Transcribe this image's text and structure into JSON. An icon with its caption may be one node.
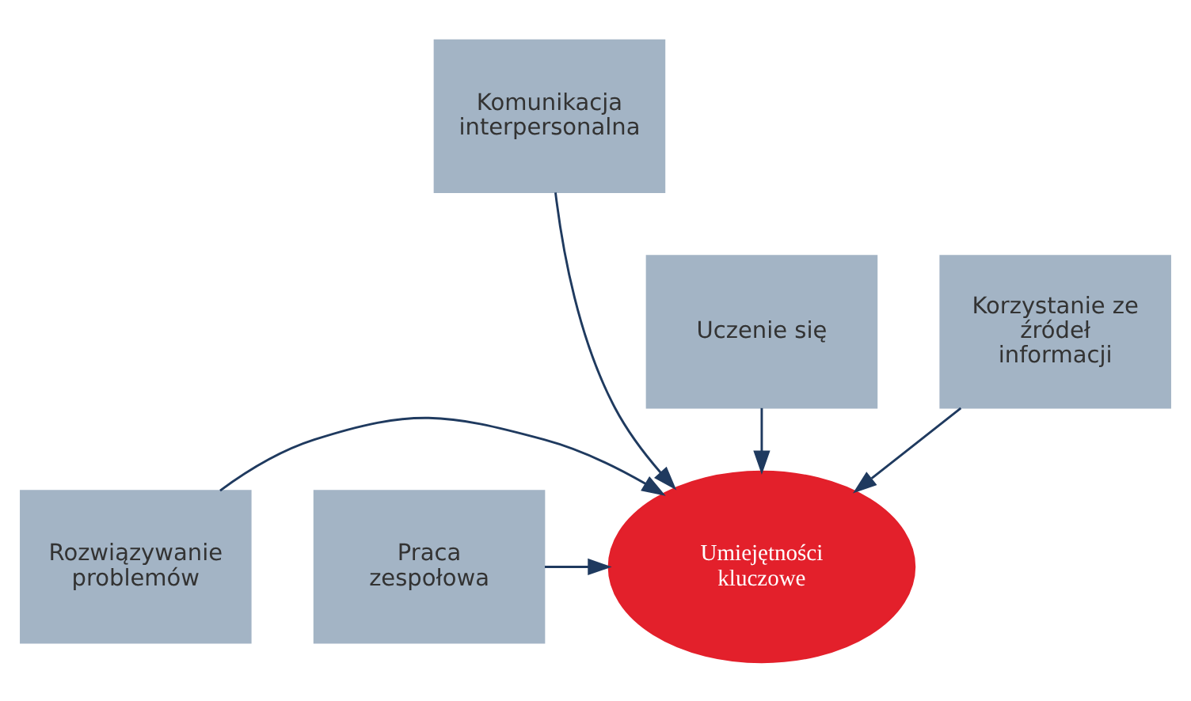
{
  "diagram": {
    "nodes": [
      {
        "text": [
          "Komunikacja interpersonalna"
        ]
      },
      {
        "text": [
          "Uczenie się"
        ]
      },
      {
        "text": [
          "Korzystanie ze źródeł informacji"
        ]
      },
      {
        "text": [
          "Rozwiązywanie problemów"
        ]
      },
      {
        "text": [
          "Umiejętności kluczowe"
        ]
      },
      {
        "text": [
          "Praca zespołowa"
        ]
      }
    ],
    "edges": [
      {
        "from": 1,
        "to": 4,
        "arrow": "to"
      },
      {
        "from": 0,
        "to": 4,
        "arrow": "to"
      },
      {
        "from": 2,
        "to": 4,
        "arrow": "to"
      },
      {
        "from": 3,
        "to": 4,
        "arrow": "to"
      },
      {
        "from": 5,
        "to": 4,
        "arrow": "to"
      }
    ]
  }
}
